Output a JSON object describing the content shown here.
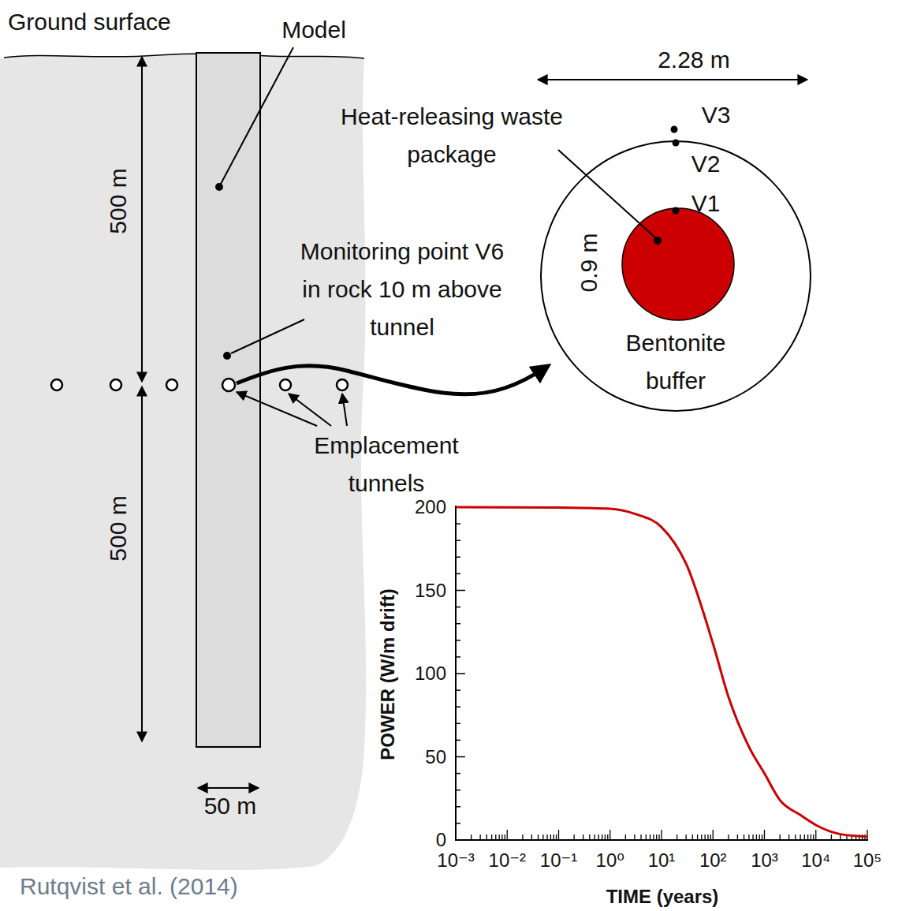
{
  "diagram": {
    "nodes": [
      {
        "text": [
          "Bentonite buffer"
        ]
      }
    ],
    "labels": [
      "Ground surface",
      "Model",
      "500 m",
      "500 m",
      "Monitoring point V6 in rock 10 m above tunnel",
      "Emplacement tunnels",
      "50 m",
      "2.28 m",
      "Heat-releasing waste package",
      "V3",
      "V2",
      "V1",
      "0.9 m",
      "200",
      "150",
      "100",
      "50",
      "0",
      "POWER (W/m drift)",
      "10⁻³",
      "10⁻²",
      "10⁻¹",
      "10⁰",
      "10¹",
      "10²",
      "10³",
      "10⁴",
      "10⁵",
      "TIME (years)",
      "Rutqvist et al. (2014)"
    ]
  }
}
